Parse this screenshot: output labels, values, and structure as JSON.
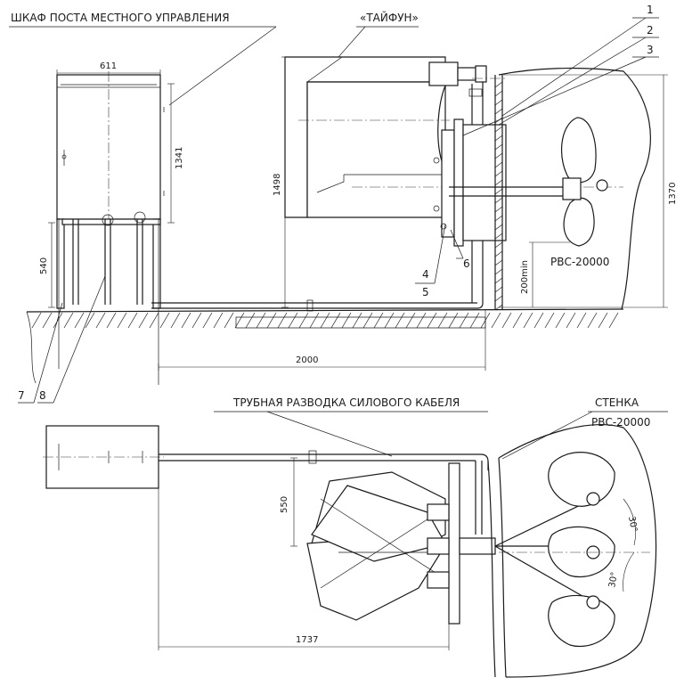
{
  "labels": {
    "cabinet_title": "ШКАФ ПОСТА МЕСТНОГО УПРАВЛЕНИЯ",
    "typhoon": "«ТАЙФУН»",
    "tank_top": "РВС-20000",
    "pipe_routing": "ТРУБНАЯ РАЗВОДКА СИЛОВОГО КАБЕЛЯ",
    "wall": "СТЕНКА",
    "tank_bottom": "РВС-20000"
  },
  "callouts": [
    "1",
    "2",
    "3",
    "4",
    "5",
    "6",
    "7",
    "8"
  ],
  "dimensions": {
    "d611": "611",
    "d1341": "1341",
    "d540": "540",
    "d1498": "1498",
    "d2000": "2000",
    "d200min": "200min",
    "d1370": "1370",
    "d550": "550",
    "d1737": "1737",
    "a30a": "30°",
    "a30b": "30°"
  }
}
